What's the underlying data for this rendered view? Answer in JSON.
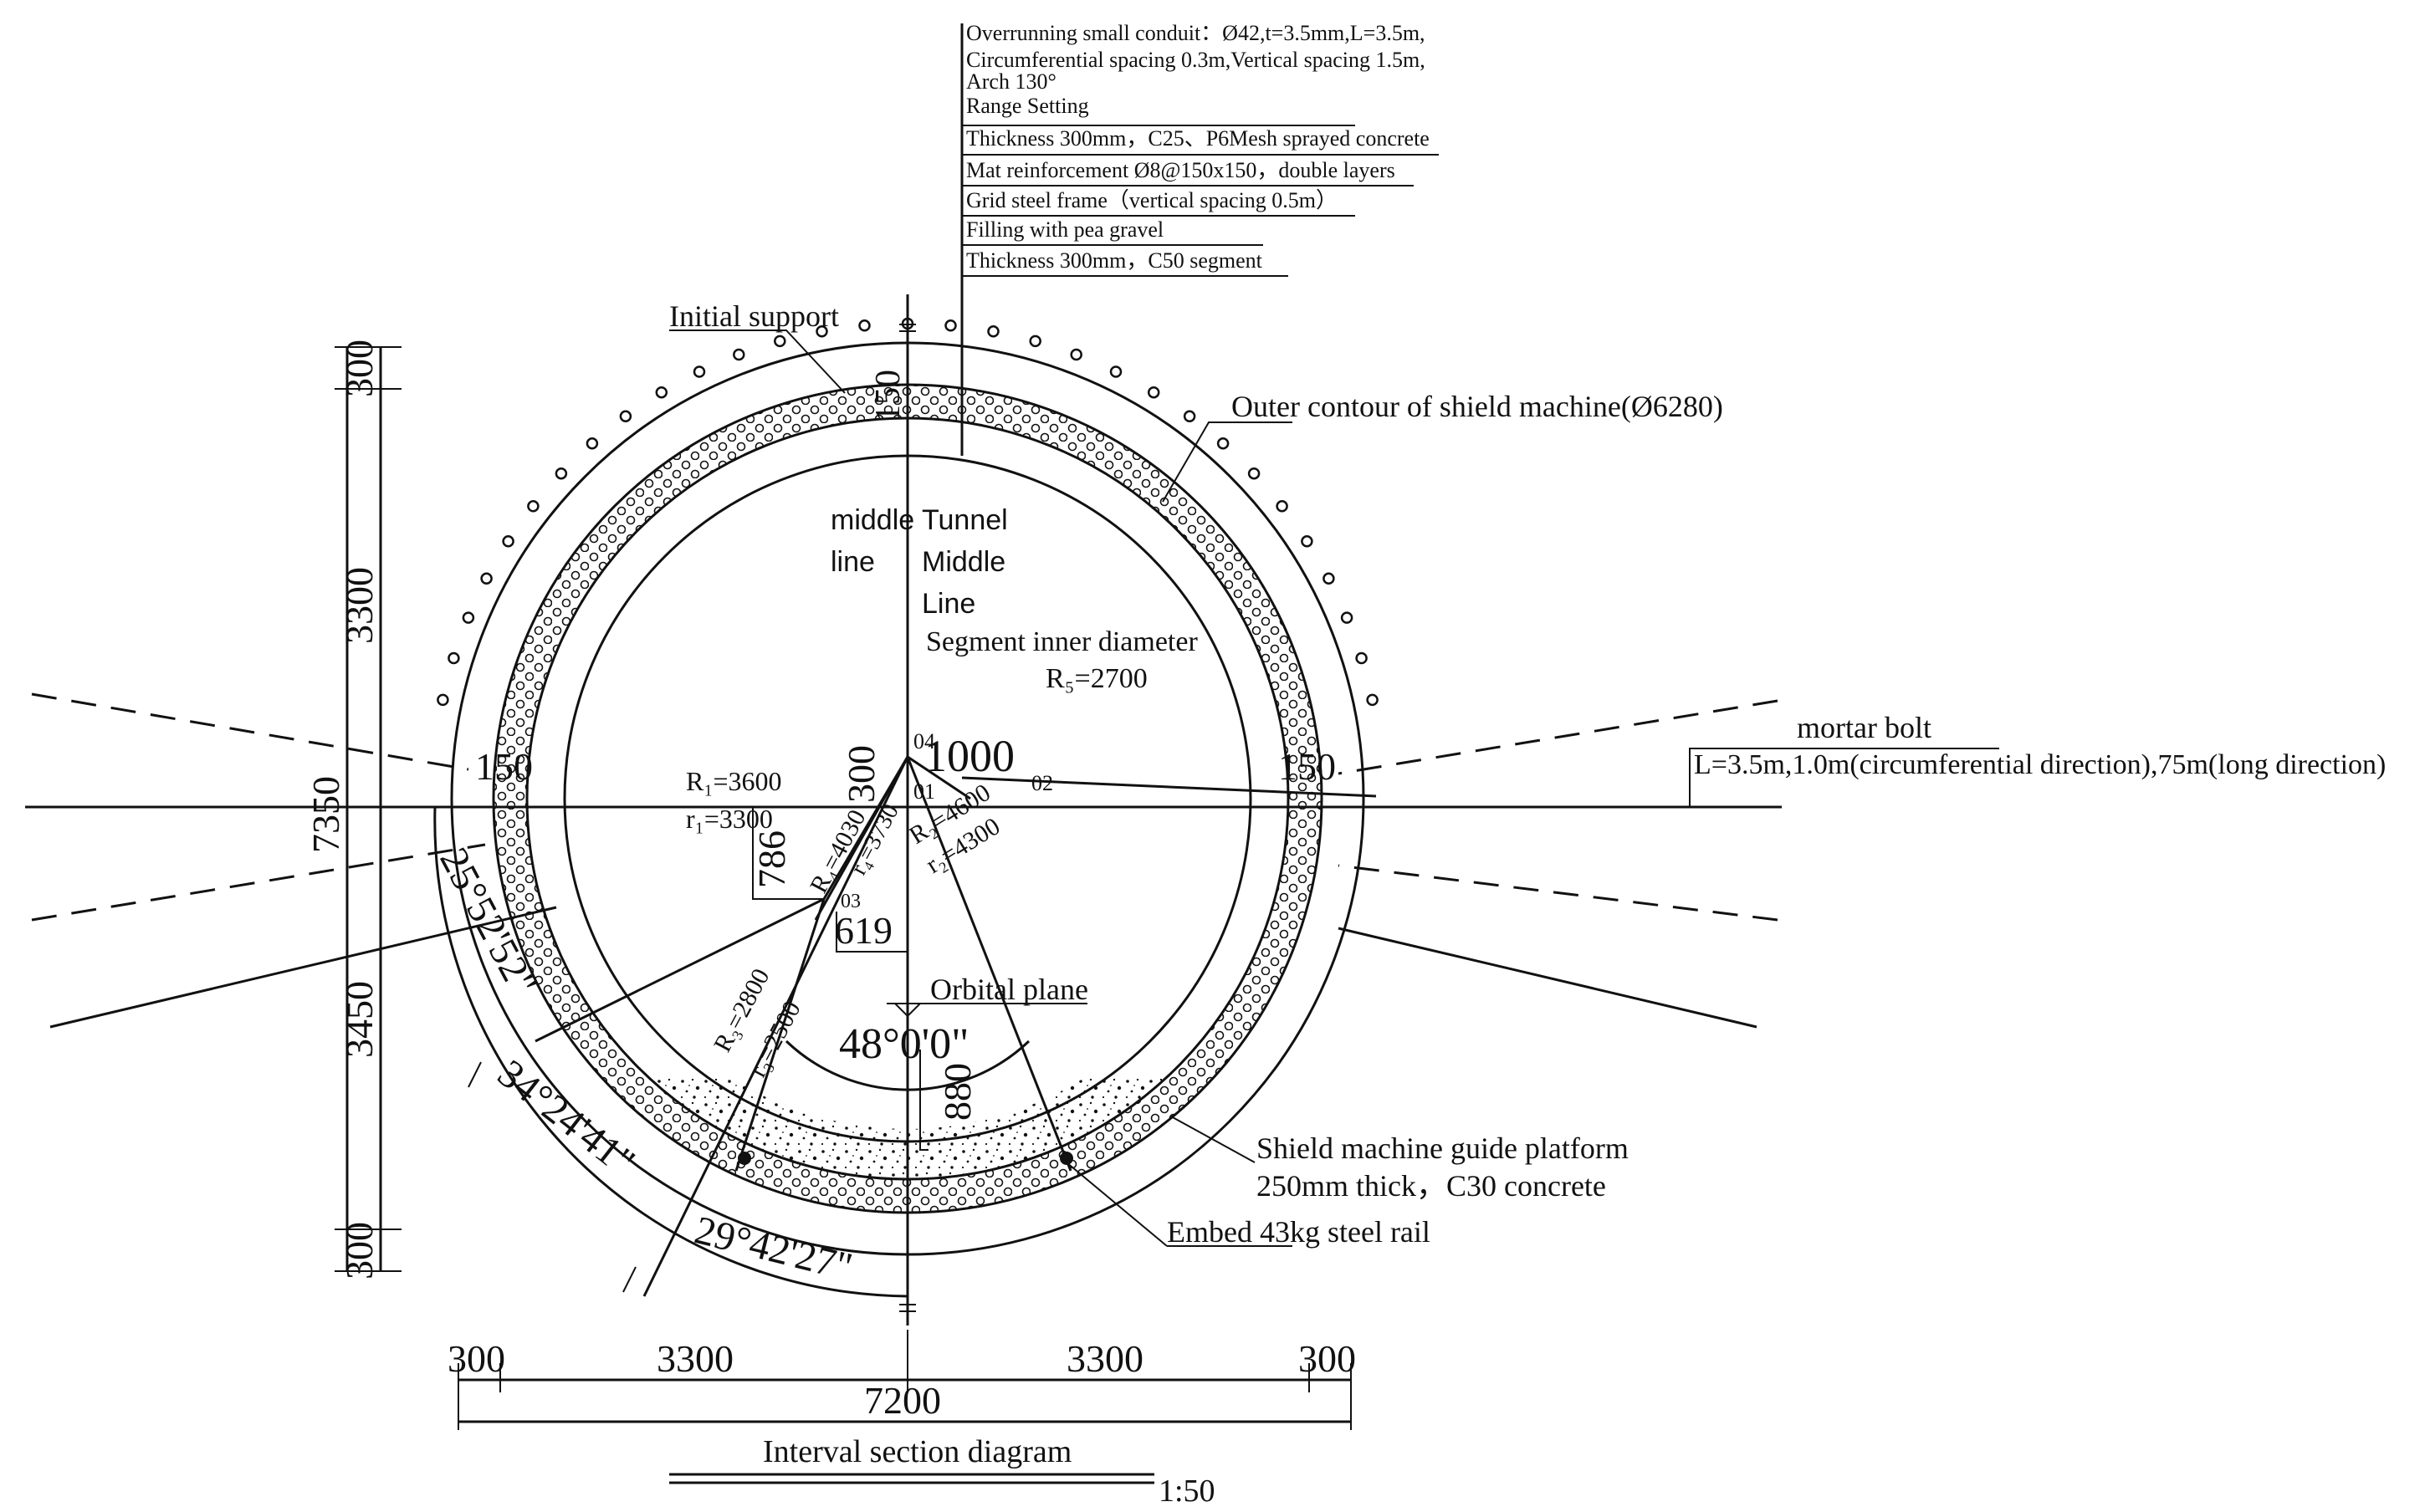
{
  "notes": {
    "conduit_1": "Overrunning small conduit：Ø42,t=3.5mm,L=3.5m,",
    "conduit_2": "Circumferential spacing 0.3m,Vertical spacing 1.5m,",
    "conduit_3": "Arch 130°",
    "conduit_4": "Range Setting",
    "layer_1": "Thickness 300mm，C25、P6Mesh sprayed concrete",
    "layer_2": "Mat reinforcement Ø8@150x150，double layers",
    "layer_3": "Grid steel frame（vertical spacing 0.5m）",
    "layer_4": "Filling with pea gravel",
    "layer_5": "Thickness 300mm，C50 segment"
  },
  "labels": {
    "initial_support": "Initial support",
    "outer_contour": "Outer contour of shield machine(Ø6280)",
    "middle_line_1": "middle",
    "middle_line_2": "line",
    "tunnel_1": "Tunnel",
    "tunnel_2": "Middle",
    "tunnel_3": "Line",
    "segment_inner": "Segment inner diameter",
    "r5": "R₅=2700",
    "mortar_bolt": "mortar bolt",
    "mortar_bolt_spec": "L=3.5m,1.0m(circumferential direction),75m(long direction)",
    "r1": "R₁=3600",
    "r1_small": "r₁=3300",
    "r2": "R₂=4600",
    "r2_small": "r₂=4300",
    "r3": "R₃=2800",
    "r3_small": "r₃=2500",
    "r4": "R₄=4030",
    "r4_small": "r₄=3730",
    "o1": "01",
    "o2": "02",
    "o3": "03",
    "o4": "04",
    "orbital_plane": "Orbital plane",
    "guide_platform_1": "Shield machine guide platform",
    "guide_platform_2": "250mm thick，C30 concrete",
    "steel_rail": "Embed 43kg steel rail",
    "title": "Interval section diagram",
    "scale": "1:50"
  },
  "dimensions": {
    "d_top": "300",
    "d_upper": "3300",
    "d_total": "7350",
    "d_lower": "3450",
    "d_bottom": "300",
    "h_left": "300",
    "h_mid_left": "3300",
    "h_mid_right": "3300",
    "h_right": "300",
    "h_total": "7200",
    "crown": "150",
    "left_150": "150",
    "right_150": "150",
    "d_1000": "1000",
    "d_300": "300",
    "d_786": "786",
    "d_619": "619",
    "d_880": "880",
    "ang_48": "48°0'0\"",
    "ang_25": "25°52'52\"",
    "ang_34": "34°24'41\"",
    "ang_29": "29°42'27\""
  }
}
